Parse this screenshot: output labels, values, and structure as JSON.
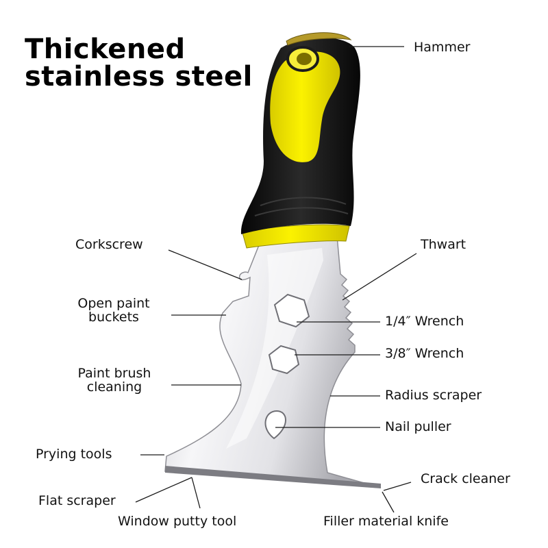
{
  "headline": {
    "line1": "Thickened",
    "line2": "stainless steel"
  },
  "colors": {
    "handle_black": "#141414",
    "handle_yellow": "#f2e600",
    "steel_light": "#f4f4f6",
    "steel_dark": "#9a9aa0",
    "text": "#111111"
  },
  "labels": {
    "hammer": "Hammer",
    "corkscrew": "Corkscrew",
    "thwart": "Thwart",
    "open_paint_buckets_1": "Open paint",
    "open_paint_buckets_2": "buckets",
    "wrench_quarter": "1/4″  Wrench",
    "wrench_three_eighths": "3/8″  Wrench",
    "paint_brush_cleaning_1": "Paint brush",
    "paint_brush_cleaning_2": "cleaning",
    "radius_scraper": "Radius scraper",
    "nail_puller": "Nail puller",
    "prying_tools": "Prying tools",
    "crack_cleaner": "Crack cleaner",
    "flat_scraper": "Flat scraper",
    "window_putty_tool": "Window putty tool",
    "filler_material_knife": "Filler material knife"
  }
}
